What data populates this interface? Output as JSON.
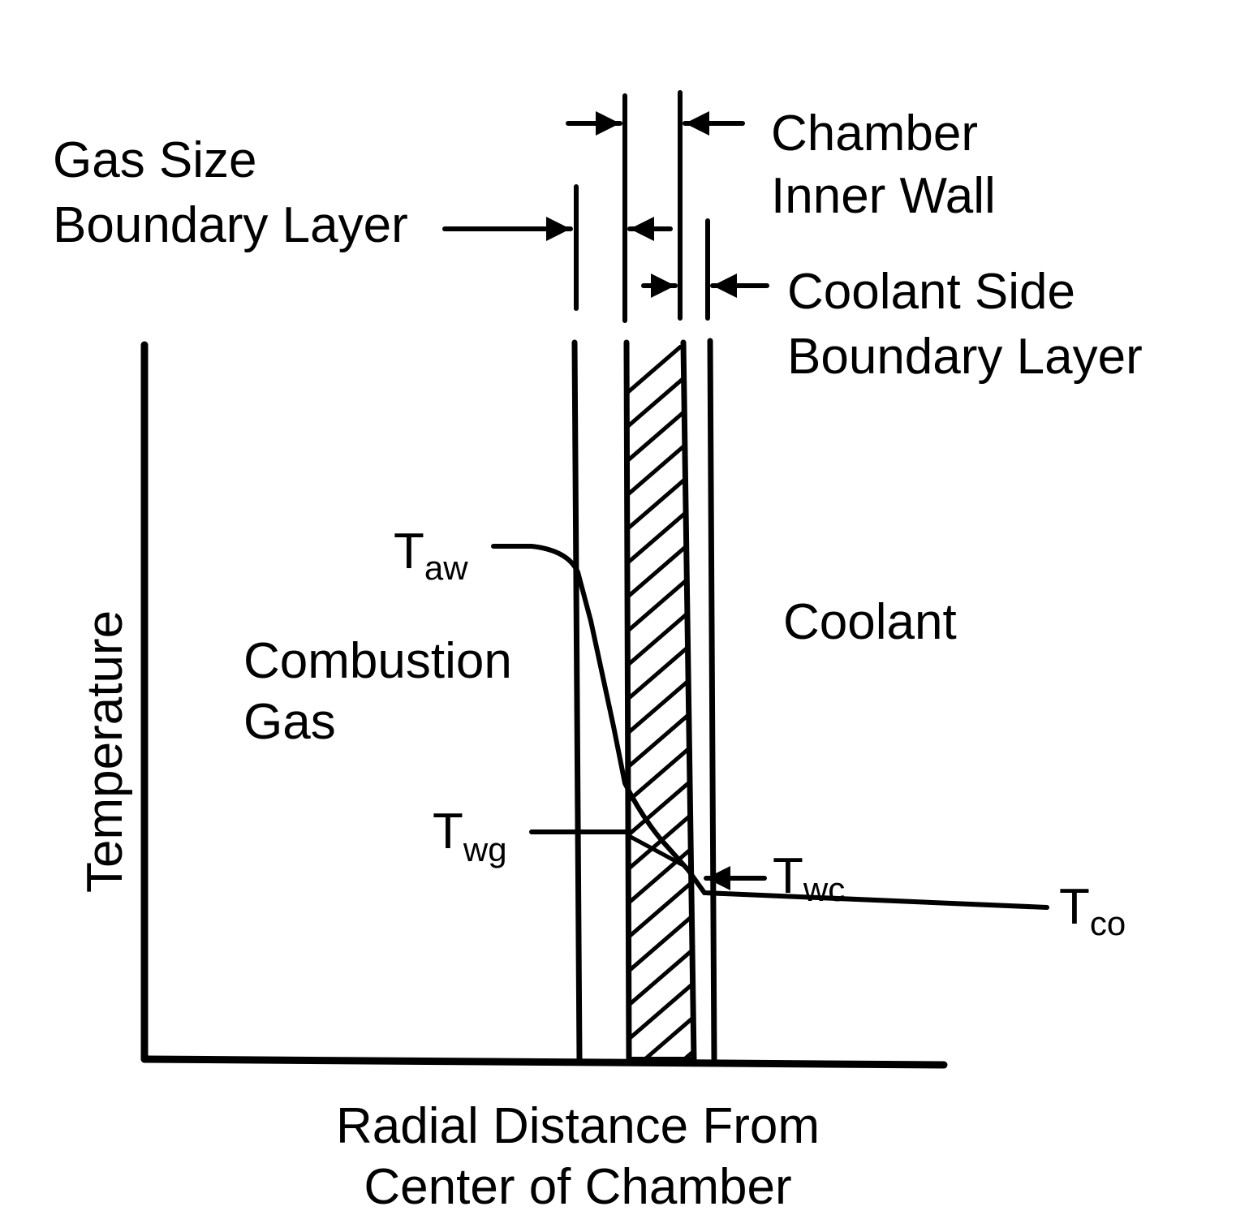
{
  "labels": {
    "gas_side_line1": "Gas Size",
    "gas_side_line2": "Boundary Layer",
    "chamber_wall_line1": "Chamber",
    "chamber_wall_line2": "Inner Wall",
    "coolant_side_line1": "Coolant Side",
    "coolant_side_line2": "Boundary Layer",
    "combustion_line1": "Combustion",
    "combustion_line2": "Gas",
    "coolant": "Coolant",
    "y_axis": "Temperature",
    "x_axis_line1": "Radial Distance From",
    "x_axis_line2": "Center of Chamber"
  },
  "temperatures": {
    "t_aw": {
      "main": "T",
      "sub": "aw"
    },
    "t_wg": {
      "main": "T",
      "sub": "wg"
    },
    "t_wc": {
      "main": "T",
      "sub": "wc"
    },
    "t_co": {
      "main": "T",
      "sub": "co"
    }
  },
  "colors": {
    "ink": "#000000",
    "background": "#ffffff"
  }
}
